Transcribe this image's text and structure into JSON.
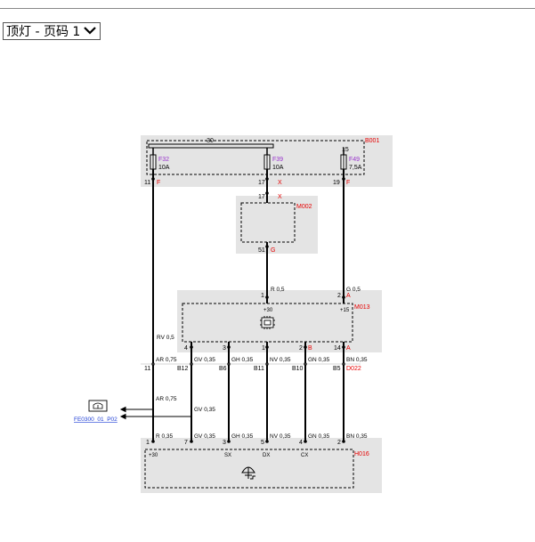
{
  "page_selector": {
    "value": "顶灯 - 页码 1"
  },
  "modules": {
    "b001": "B001",
    "m002": "M002",
    "m013": "M013",
    "d022": "D022",
    "h016": "H016"
  },
  "fuses": {
    "bus_label": "30",
    "f32": {
      "name": "F32",
      "rating": "10A",
      "pin": "11",
      "wire": "F"
    },
    "f39": {
      "name": "F39",
      "rating": "10A",
      "pin": "17",
      "wire": "X"
    },
    "f49": {
      "name": "F49",
      "rating": "7,5A",
      "top_pin": "15",
      "pin": "19",
      "wire": "F"
    }
  },
  "m002": {
    "in_pin": "17",
    "in_wire": "X",
    "out_pin": "51",
    "out_wire": "G"
  },
  "m013": {
    "in_left": {
      "pin": "1",
      "wire": "R 0,5",
      "label": "+30"
    },
    "in_right": {
      "pin": "2",
      "wire": "G 0,5",
      "letter": "A",
      "label": "+15"
    },
    "bottom": [
      {
        "pin": "4"
      },
      {
        "pin": "3"
      },
      {
        "pin": "1"
      },
      {
        "pin": "2",
        "letter": "B"
      },
      {
        "pin": "14",
        "letter": "A"
      }
    ]
  },
  "wires_upper": {
    "rv": "RV 0,5",
    "ar": "AR 0,75",
    "gv": "GV 0,35",
    "gh": "GH 0,35",
    "nv": "NV 0,35",
    "gn": "GN 0,35",
    "bn": "BN 0,35"
  },
  "d022_pins": [
    "11",
    "B12",
    "B6",
    "B11",
    "B10",
    "B5"
  ],
  "wires_lower": {
    "ar": "AR 0,75",
    "gv": "GV 0,35"
  },
  "crossref": {
    "link": "FE0300_01_P02"
  },
  "wires_h016": {
    "r": "R 0,35",
    "gv": "GV 0,35",
    "gh": "GH 0,35",
    "nv": "NV 0,35",
    "gn": "GN 0,35",
    "bn": "BN 0,35"
  },
  "h016": {
    "pins": [
      "1",
      "7",
      "3",
      "5",
      "4",
      "2"
    ],
    "labels": {
      "p30": "+30",
      "sx": "SX",
      "dx": "DX",
      "cx": "CX"
    }
  },
  "colors": {
    "module_fill": "#e4e4e4",
    "red": "#e60000",
    "purple": "#9933cc",
    "blue": "#1f3fd6",
    "wire": "#000000"
  },
  "icons": [
    "chevron-down-icon",
    "fuse-icon",
    "chip-icon",
    "ceiling-light-icon",
    "connector-ref-icon"
  ]
}
